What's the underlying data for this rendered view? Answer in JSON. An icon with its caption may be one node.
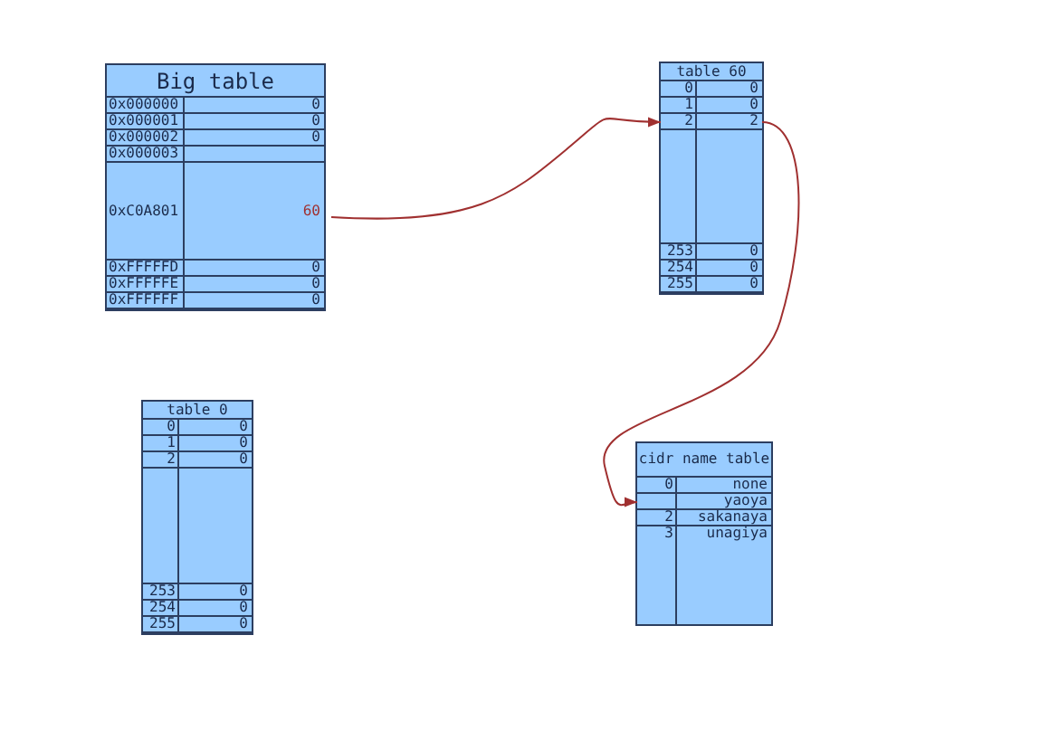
{
  "diagram": {
    "nodes": [
      {
        "text": [
          "Big table"
        ]
      },
      {
        "text": [
          "0x000000",
          "0"
        ],
        "in": 0
      },
      {
        "text": [
          "0x000001",
          "0"
        ],
        "in": 0
      },
      {
        "text": [
          "0x000002",
          "0"
        ],
        "in": 0
      },
      {
        "text": [
          "0x000003"
        ],
        "in": 0
      },
      {
        "text": [
          "0xC0A801",
          "60"
        ],
        "in": 0
      },
      {
        "text": [
          "0xFFFFFD",
          "0"
        ],
        "in": 0
      },
      {
        "text": [
          "0xFFFFFE",
          "0"
        ],
        "in": 0
      },
      {
        "text": [
          "0xFFFFFF",
          "0"
        ],
        "in": 0
      },
      {
        "text": [
          "table 60"
        ]
      },
      {
        "text": [
          "0",
          "0"
        ],
        "in": 9
      },
      {
        "text": [
          "1",
          "0"
        ],
        "in": 9
      },
      {
        "text": [
          "2",
          "2"
        ],
        "in": 9
      },
      {
        "text": [],
        "shape": "box",
        "in": 9
      },
      {
        "text": [
          "253",
          "0"
        ],
        "in": 9
      },
      {
        "text": [
          "254",
          "0"
        ],
        "in": 9
      },
      {
        "text": [
          "255",
          "0"
        ],
        "in": 9
      },
      {
        "text": [
          "table 0"
        ]
      },
      {
        "text": [
          "0",
          "0"
        ],
        "in": 17
      },
      {
        "text": [
          "1",
          "0"
        ],
        "in": 17
      },
      {
        "text": [
          "2",
          "0"
        ],
        "in": 17
      },
      {
        "text": [],
        "shape": "box",
        "in": 17
      },
      {
        "text": [
          "253",
          "0"
        ],
        "in": 17
      },
      {
        "text": [
          "254",
          "0"
        ],
        "in": 17
      },
      {
        "text": [
          "255",
          "0"
        ],
        "in": 17
      },
      {
        "text": [
          "cidr name table"
        ]
      },
      {
        "text": [
          "0",
          "none"
        ],
        "in": 25
      },
      {
        "text": [
          "yaoya"
        ],
        "in": 25
      },
      {
        "text": [
          "2",
          "sakanaya"
        ],
        "in": 25
      },
      {
        "text": [
          "3",
          "unagiya"
        ],
        "in": 25
      }
    ],
    "edges": [
      {
        "from": 5,
        "to": 12,
        "arrow": "to",
        "color": "#a03030"
      },
      {
        "from": 12,
        "to": 27,
        "arrow": "to",
        "color": "#a03030"
      }
    ]
  }
}
